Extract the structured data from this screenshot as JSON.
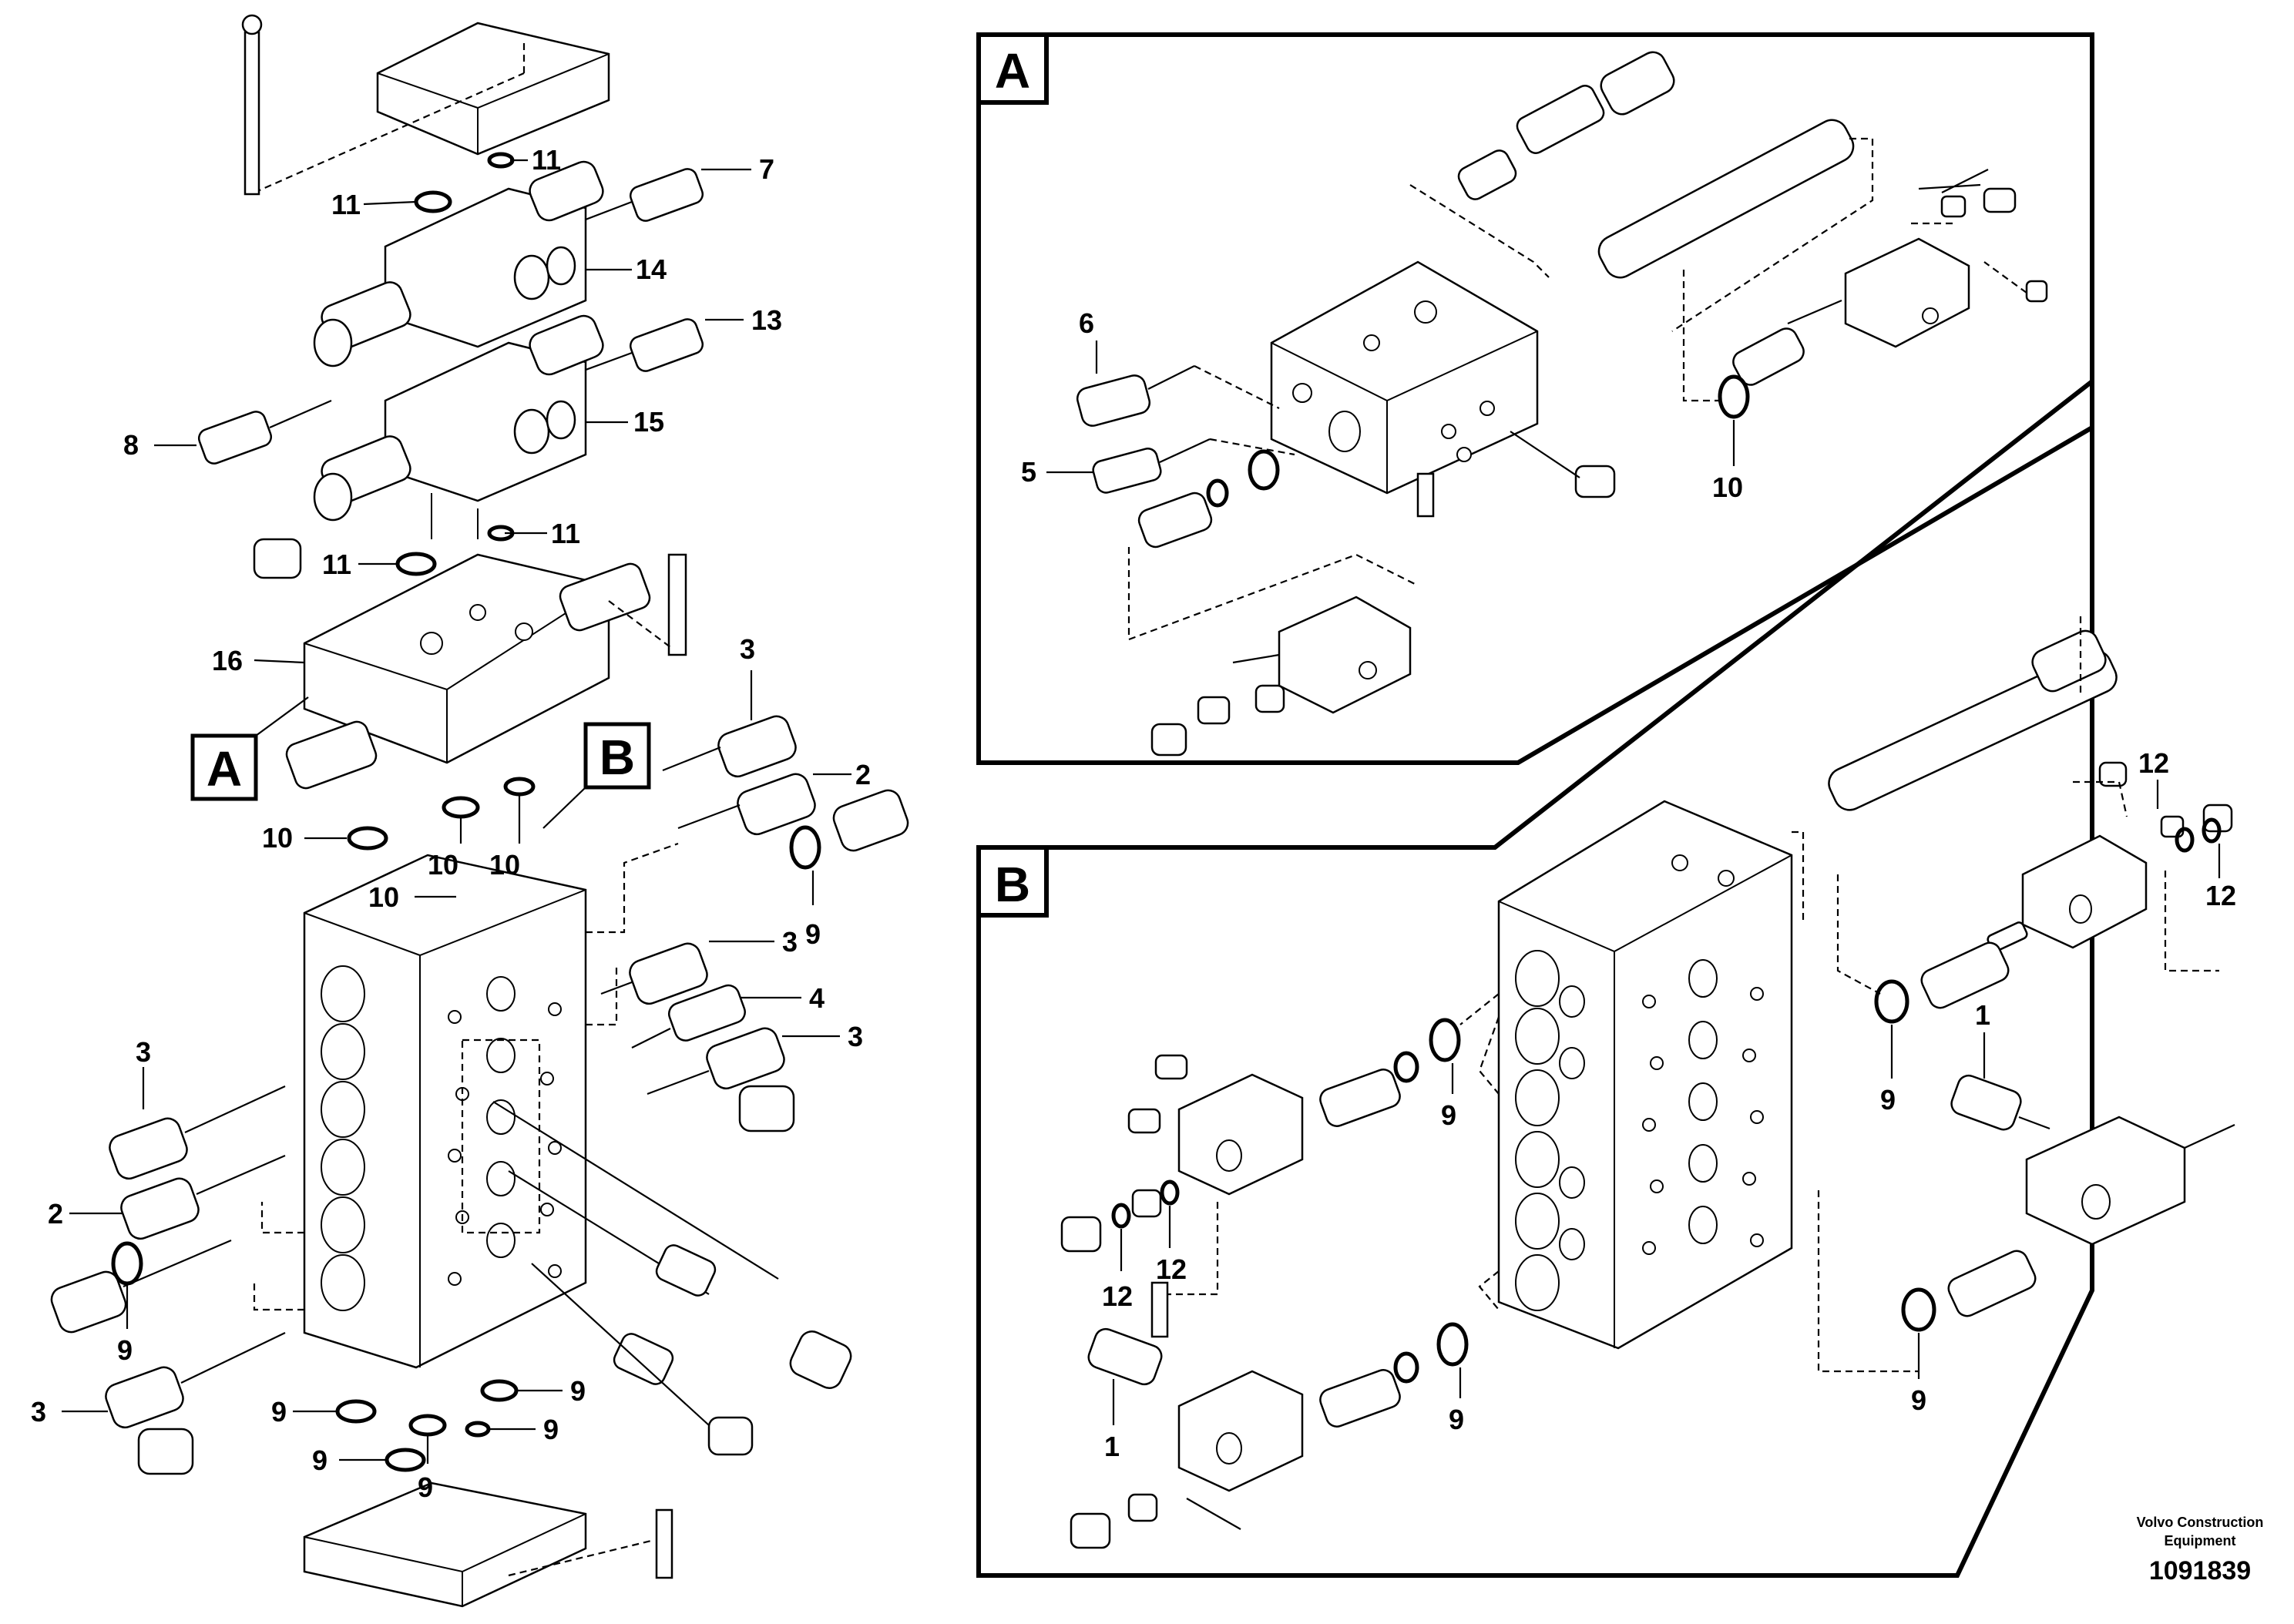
{
  "diagram": {
    "panel_labels": {
      "a": "A",
      "b": "B"
    },
    "callouts": {
      "c1": "1",
      "c2": "2",
      "c3": "3",
      "c4": "4",
      "c5": "5",
      "c6": "6",
      "c7": "7",
      "c8": "8",
      "c9": "9",
      "c10": "10",
      "c11": "11",
      "c12": "12",
      "c13": "13",
      "c14": "14",
      "c15": "15",
      "c16": "16"
    },
    "caption": {
      "line1": "Volvo Construction",
      "line2": "Equipment"
    },
    "document_number": "1091839"
  }
}
